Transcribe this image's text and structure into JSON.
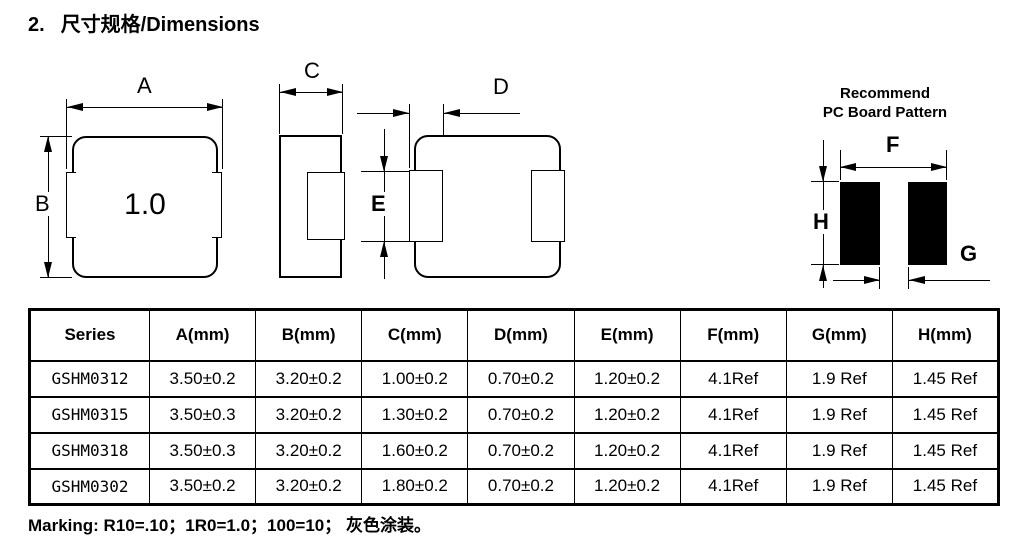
{
  "page": {
    "title_number": "2.",
    "title_text": "尺寸规格/Dimensions"
  },
  "diagrams": {
    "top_view": {
      "part_marking": "1.0",
      "dim_width": "A",
      "dim_height": "B"
    },
    "side_view": {
      "dim_thickness": "C"
    },
    "bottom_view": {
      "dim_terminal_width": "D",
      "dim_terminal_length": "E"
    },
    "pcb_pattern": {
      "title_line1": "Recommend",
      "title_line2": "PC Board Pattern",
      "dim_span": "F",
      "dim_gap": "G",
      "dim_pad_height": "H"
    }
  },
  "table": {
    "headers": [
      "Series",
      "A(mm)",
      "B(mm)",
      "C(mm)",
      "D(mm)",
      "E(mm)",
      "F(mm)",
      "G(mm)",
      "H(mm)"
    ],
    "rows": [
      [
        "GSHM0312",
        "3.50±0.2",
        "3.20±0.2",
        "1.00±0.2",
        "0.70±0.2",
        "1.20±0.2",
        "4.1Ref",
        "1.9 Ref",
        "1.45 Ref"
      ],
      [
        "GSHM0315",
        "3.50±0.3",
        "3.20±0.2",
        "1.30±0.2",
        "0.70±0.2",
        "1.20±0.2",
        "4.1Ref",
        "1.9 Ref",
        "1.45 Ref"
      ],
      [
        "GSHM0318",
        "3.50±0.3",
        "3.20±0.2",
        "1.60±0.2",
        "0.70±0.2",
        "1.20±0.2",
        "4.1Ref",
        "1.9 Ref",
        "1.45 Ref"
      ],
      [
        "GSHM0302",
        "3.50±0.2",
        "3.20±0.2",
        "1.80±0.2",
        "0.70±0.2",
        "1.20±0.2",
        "4.1Ref",
        "1.9 Ref",
        "1.45 Ref"
      ]
    ]
  },
  "footer": {
    "marking_note": "Marking: R10=.10；1R0=1.0；100=10； 灰色涂装。"
  },
  "colors": {
    "ink": "#000000",
    "paper": "#ffffff"
  }
}
